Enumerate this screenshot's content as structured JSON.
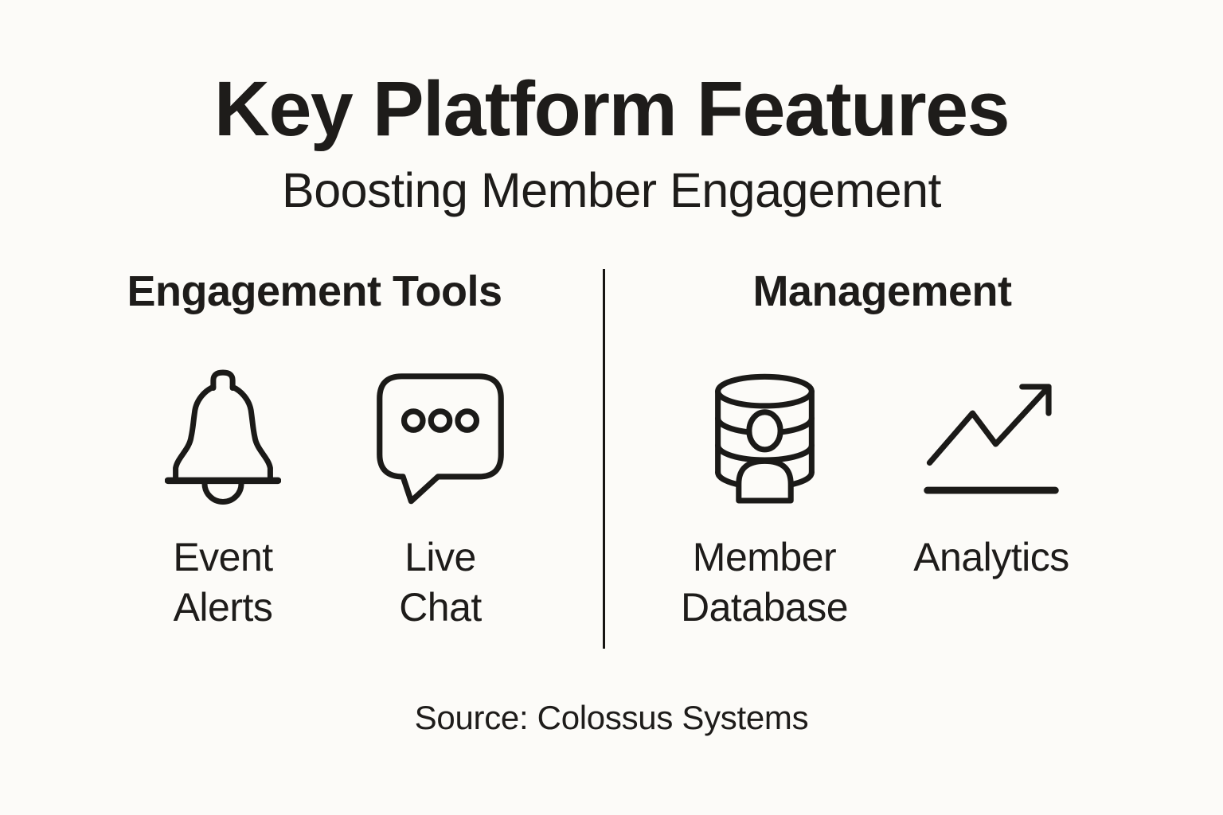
{
  "page": {
    "background_color": "#FCFBF8",
    "ink_color": "#1E1C1A",
    "divider_color": "#171513"
  },
  "header": {
    "title": "Key Platform Features",
    "subtitle": "Boosting Member Engagement"
  },
  "columns": [
    {
      "heading": "Engagement Tools",
      "features": [
        {
          "icon": "bell-icon",
          "label": "Event Alerts",
          "label_lines": [
            "Event",
            "Alerts"
          ]
        },
        {
          "icon": "chat-bubble-icon",
          "label": "Live Chat",
          "label_lines": [
            "Live",
            "Chat"
          ]
        }
      ]
    },
    {
      "heading": "Management",
      "features": [
        {
          "icon": "member-database-icon",
          "label": "Member Database",
          "label_lines": [
            "Member",
            "Database"
          ]
        },
        {
          "icon": "trend-arrow-icon",
          "label": "Analytics",
          "label_lines": [
            "Analytics"
          ]
        }
      ]
    }
  ],
  "footer": {
    "source": "Source: Colossus Systems"
  }
}
